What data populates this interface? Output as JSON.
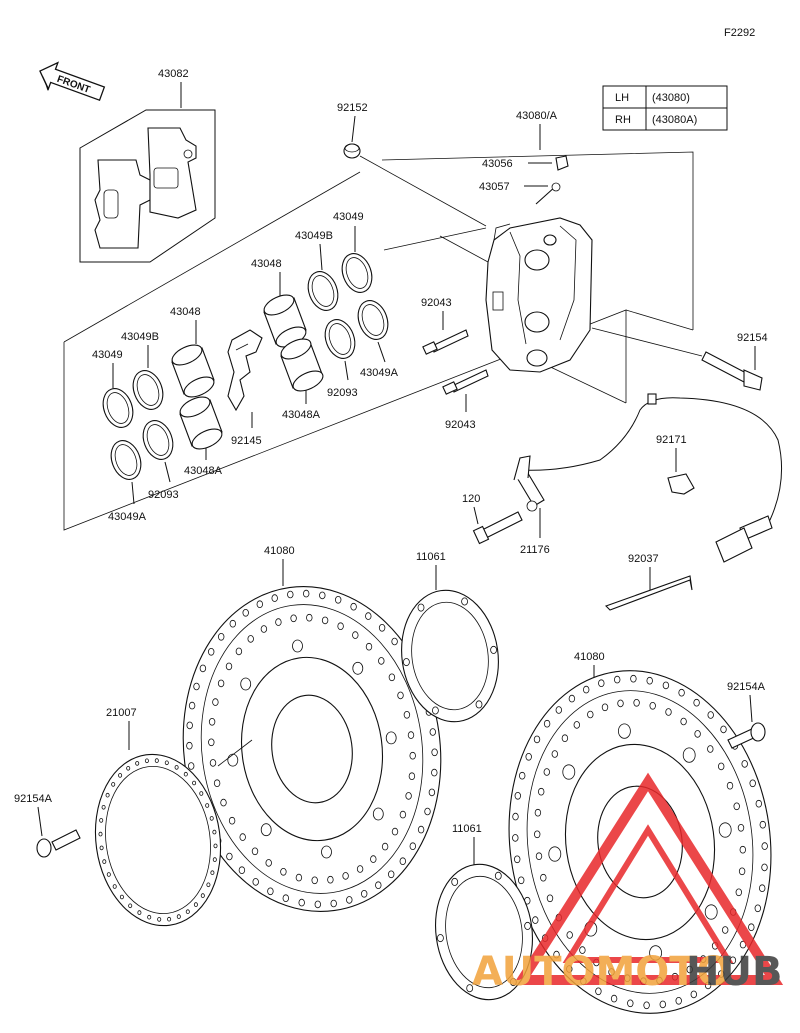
{
  "figure_code": "F2292",
  "front_label": "FRONT",
  "side_table": {
    "rows": [
      {
        "side": "LH",
        "part": "(43080)"
      },
      {
        "side": "RH",
        "part": "(43080A)"
      }
    ]
  },
  "callouts": {
    "pad_set": "43082",
    "bleeder_cap": "92152",
    "caliper": "43080/A",
    "bleeder": "43056",
    "bleeder_seal": "43057",
    "bolt_caliper": "92154",
    "piston_upper": "43048",
    "seal_upper_b": "43049B",
    "seal_upper": "43049",
    "piston_left": "43048",
    "seal_left_b": "43049B",
    "seal_left": "43049",
    "pin_upper": "92043",
    "pin_lower": "92043",
    "seal_a_right": "43049A",
    "oring_right": "92093",
    "piston_a_right": "43048A",
    "spring": "92145",
    "piston_a_left": "43048A",
    "oring_left": "92093",
    "seal_a_left": "43049A",
    "clamp": "92171",
    "bolt_sensor": "120",
    "sensor": "21176",
    "disc_left": "41080",
    "gasket_left": "11061",
    "wire_clip": "92037",
    "disc_right": "41080",
    "rotor_ring": "21007",
    "bolt_rotor_right": "92154A",
    "bolt_rotor_left": "92154A",
    "gasket_right": "11061"
  },
  "watermark": {
    "text_orange": "AUTOMOTO",
    "text_dark": "HUB",
    "color_orange": "#f2a23a",
    "color_dark": "#3a3a3a",
    "color_logo": "#e8282a"
  }
}
